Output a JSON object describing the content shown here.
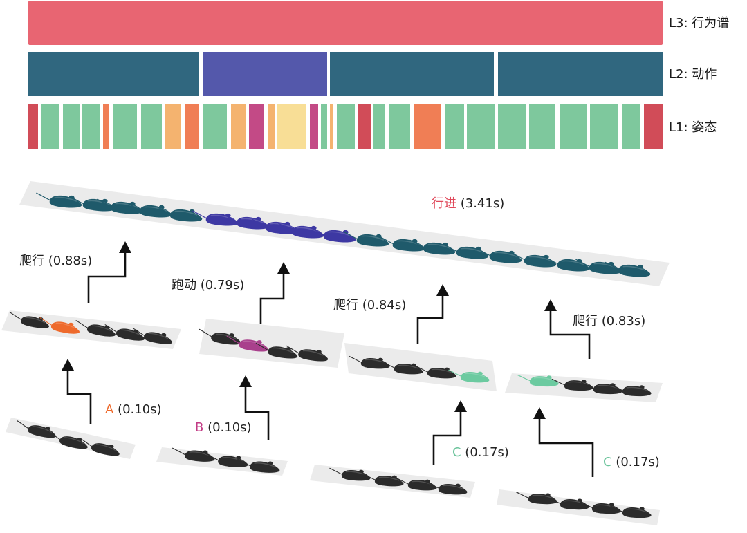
{
  "levels": {
    "l3_label": "L3: 行为谱",
    "l2_label": "L2: 动作",
    "l1_label": "L1: 姿态"
  },
  "l3_color": "#e86572",
  "l2_segments": [
    {
      "color": "#30677f"
    },
    {
      "color": "#5458ab"
    },
    {
      "color": "#30677f"
    },
    {
      "color": "#30677f"
    }
  ],
  "l1_segments": [
    {
      "color": "#d14c58"
    },
    {
      "color": "#7ec89d"
    },
    {
      "color": "#7ec89d"
    },
    {
      "color": "#7ec89d"
    },
    {
      "color": "#f07e55"
    },
    {
      "color": "#7ec89d"
    },
    {
      "color": "#7ec89d"
    },
    {
      "color": "#f4b36f"
    },
    {
      "color": "#f07e55"
    },
    {
      "color": "#7ec89d"
    },
    {
      "color": "#f4b36f"
    },
    {
      "color": "#c34a86"
    },
    {
      "color": "#f4b36f"
    },
    {
      "color": "#f8de96"
    },
    {
      "color": "#c34a86"
    },
    {
      "color": "#7ec89d"
    },
    {
      "color": "#f4b36f"
    },
    {
      "color": "#7ec89d"
    },
    {
      "color": "#d14c58"
    },
    {
      "color": "#7ec89d"
    },
    {
      "color": "#7ec89d"
    },
    {
      "color": "#f07e55"
    },
    {
      "color": "#7ec89d"
    },
    {
      "color": "#7ec89d"
    },
    {
      "color": "#7ec89d"
    },
    {
      "color": "#7ec89d"
    },
    {
      "color": "#7ec89d"
    },
    {
      "color": "#7ec89d"
    },
    {
      "color": "#7ec89d"
    },
    {
      "color": "#d14c58"
    }
  ],
  "colors": {
    "teal": "#1f5a6b",
    "indigo": "#3d38a3",
    "mouse": "#2b2b2b",
    "orange": "#ee6a2c",
    "magenta": "#a9408c",
    "mint": "#6ccaa0",
    "tray": "#ebebeb",
    "caption_red": "#e0485a",
    "caption_teal": "#2b6d8a",
    "caption_indigo": "#4b4faa",
    "caption_orange": "#ee6a2c",
    "caption_magenta": "#c23b85",
    "caption_mint": "#6cc49c"
  },
  "captions": {
    "walk_word": "行进",
    "walk_time": " (3.41s)",
    "crawl1": "爬行 (0.88s)",
    "run": "跑动 (0.79s)",
    "crawl2": "爬行 (0.84s)",
    "crawl3": "爬行 (0.83s)",
    "a_letter": "A",
    "a_time": " (0.10s)",
    "b_letter": "B",
    "b_time": " (0.10s)",
    "c1_letter": "C",
    "c1_time": " (0.17s)",
    "c2_letter": "C",
    "c2_time": " (0.17s)"
  }
}
